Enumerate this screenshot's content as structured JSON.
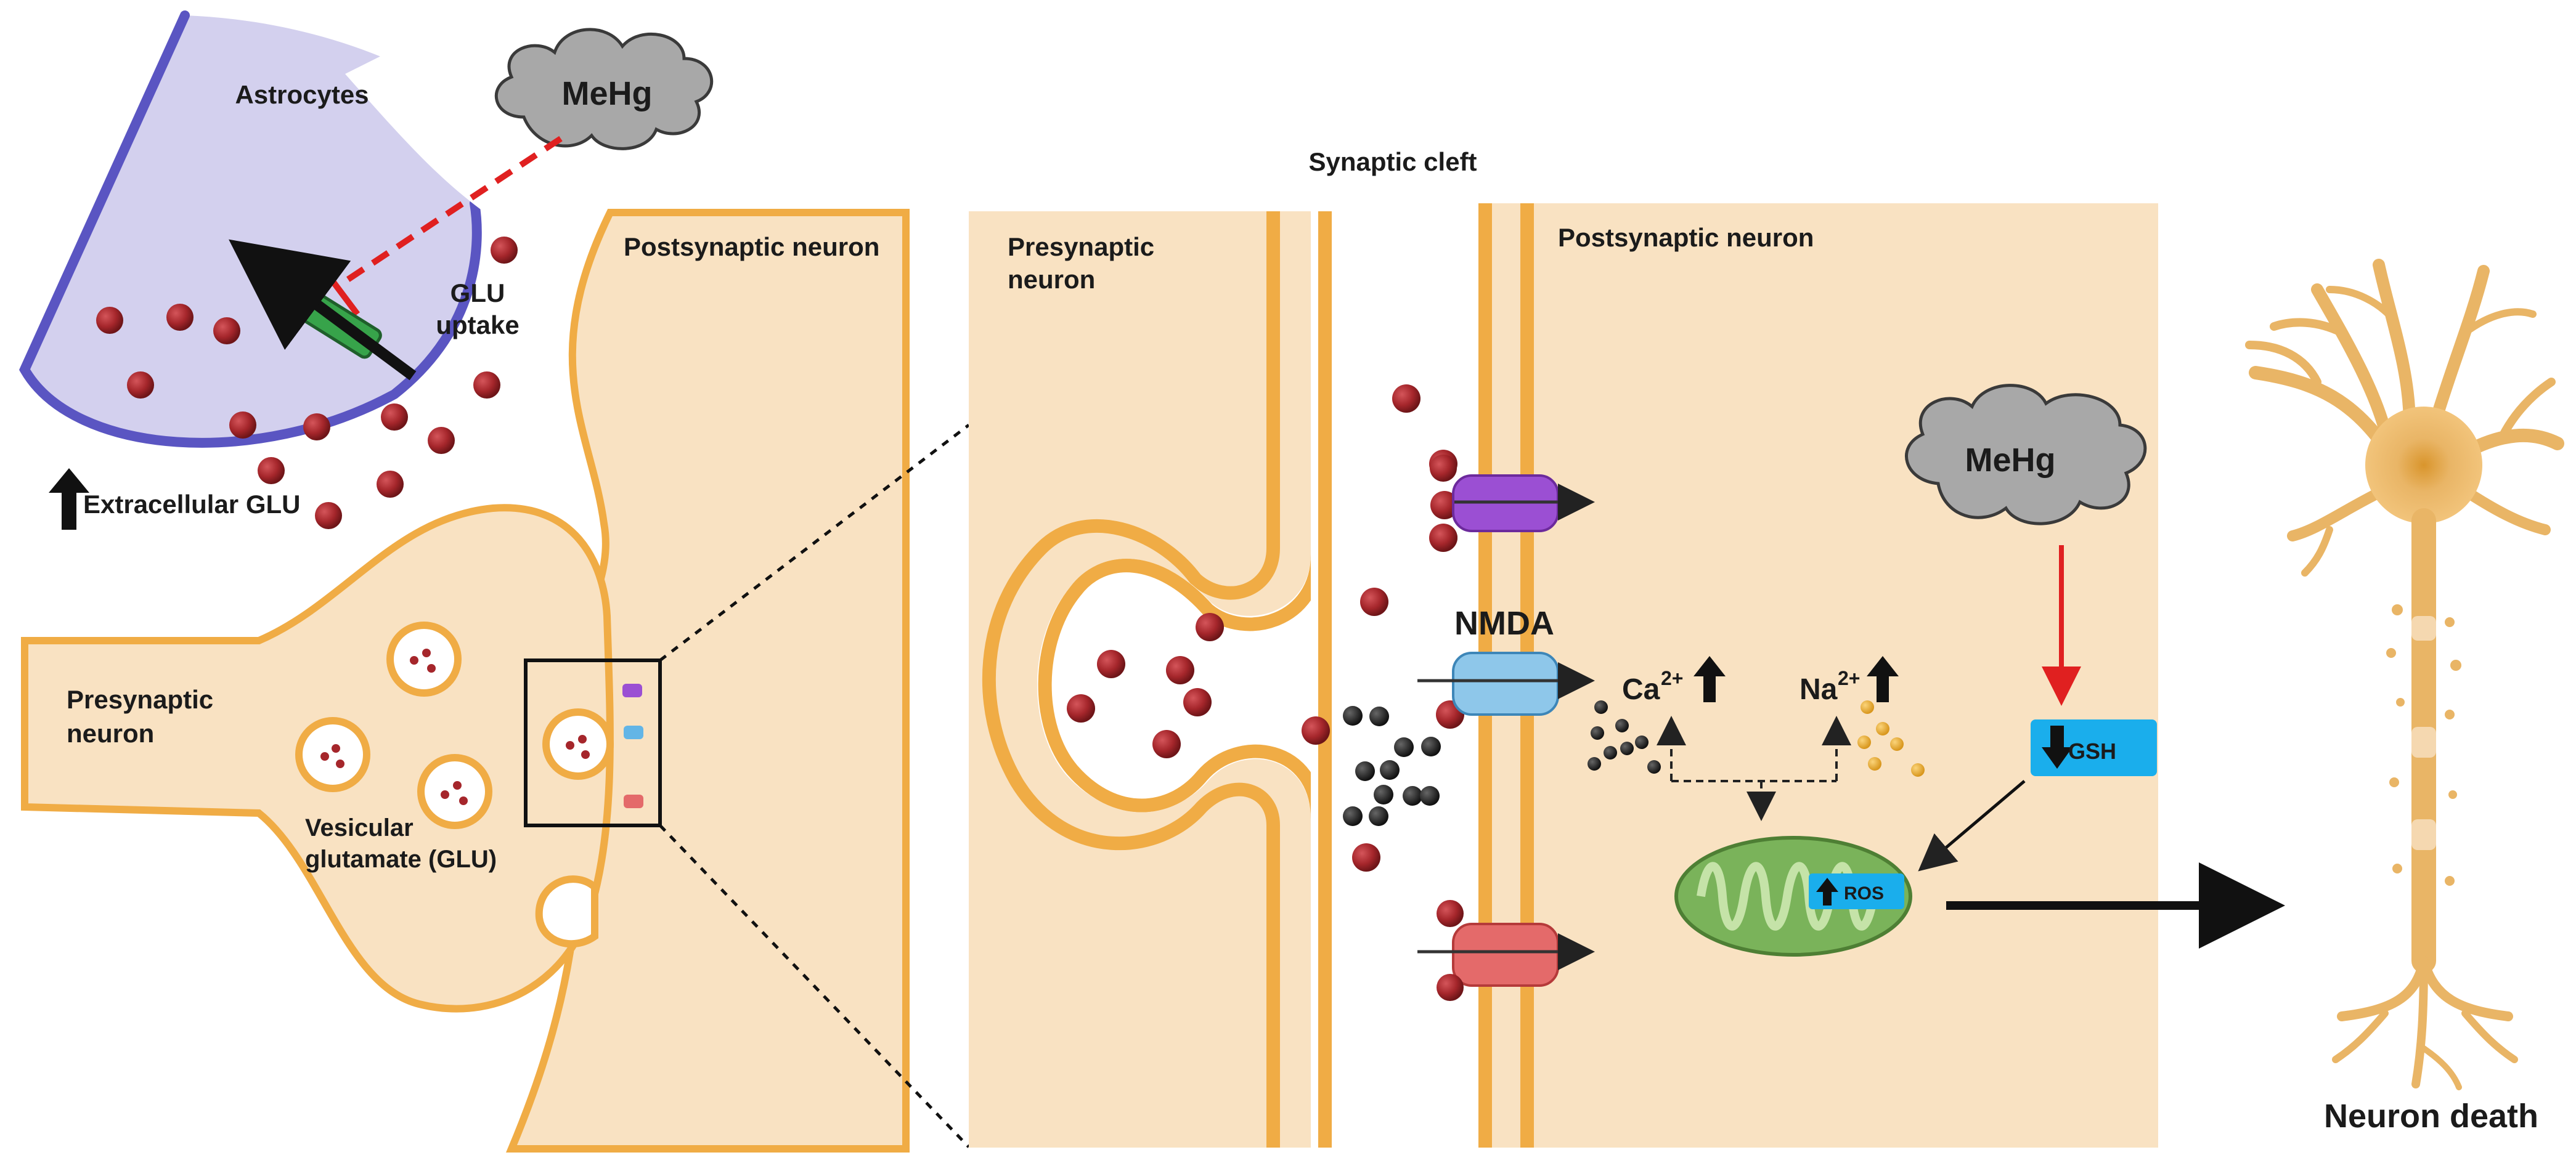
{
  "labels": {
    "astrocytes": "Astrocytes",
    "mehg_cloud_left": "MeHg",
    "glu_uptake_line1": "GLU",
    "glu_uptake_line2": "uptake",
    "extracellular_glu": "Extracellular GLU",
    "postsynaptic_neuron_left": "Postsynaptic neuron",
    "presynaptic_neuron_left_line1": "Presynaptic",
    "presynaptic_neuron_left_line2": "neuron",
    "vesicular_glutamate_line1": "Vesicular",
    "vesicular_glutamate_line2": "glutamate (GLU)",
    "synaptic_cleft": "Synaptic cleft",
    "presynaptic_neuron_zoom_line1": "Presynaptic",
    "presynaptic_neuron_zoom_line2": "neuron",
    "postsynaptic_neuron_zoom": "Postsynaptic neuron",
    "nmda": "NMDA",
    "calcium": "Ca",
    "calcium_charge": "2+",
    "sodium": "Na",
    "sodium_charge": "2+",
    "mehg_cloud_right": "MeHg",
    "gsh": "GSH",
    "ros": "ROS",
    "neuron_death": "Neuron death"
  },
  "colors": {
    "astrocyte_fill": "#d3d0ee",
    "astrocyte_border": "#5a55c2",
    "neuron_fill": "#f9e2c2",
    "membrane": "#f0ac45",
    "glutamate": "#a5262b",
    "inhibition_red": "#e02020",
    "highlight_box": "#1aaeec",
    "cloud": "#a8a8a8",
    "mitochondria": "#7ab35a"
  }
}
